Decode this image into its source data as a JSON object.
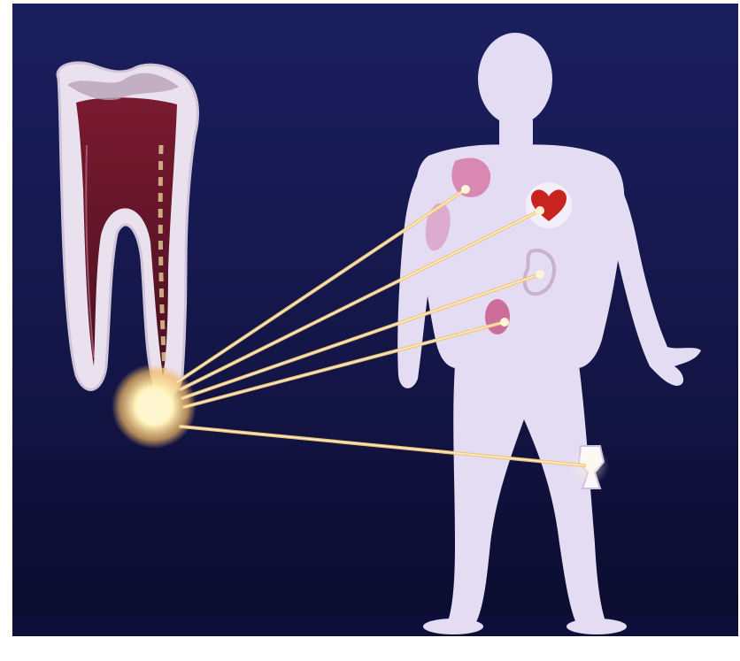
{
  "scene": {
    "subject": "tooth",
    "figure": "human-body-silhouette",
    "organs": [
      "shoulder",
      "heart",
      "kidney",
      "liver",
      "knee"
    ]
  },
  "colors": {
    "backdrop_top": "#1b1f5e",
    "backdrop_bottom": "#0b0c2e",
    "silhouette": "#e4dcf2",
    "ray": "#f3c77a",
    "infection_glow": "#fff2b8",
    "pulp": "#5a1426",
    "heart": "#c8241e"
  }
}
